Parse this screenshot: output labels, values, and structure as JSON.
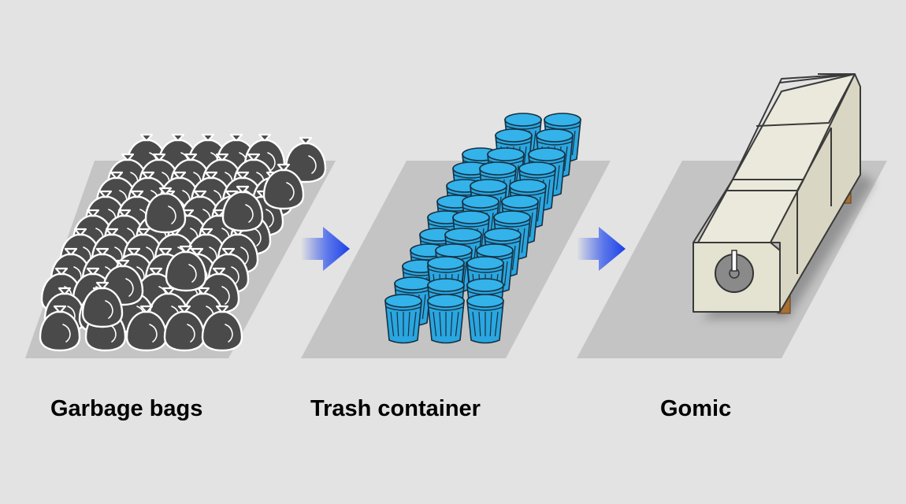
{
  "stages": [
    {
      "label": "Garbage bags",
      "icon": "garbage-bag-pile-icon"
    },
    {
      "label": "Trash container",
      "icon": "trash-can-stack-icon"
    },
    {
      "label": "Gomic",
      "icon": "gomic-compactor-icon"
    }
  ],
  "colors": {
    "background": "#e3e3e3",
    "floor": "#c4c4c4",
    "bag": "#4a4a4a",
    "can": "#2aa6e0",
    "machine": "#e4e2d0",
    "arrow": "#1b3fe6"
  }
}
